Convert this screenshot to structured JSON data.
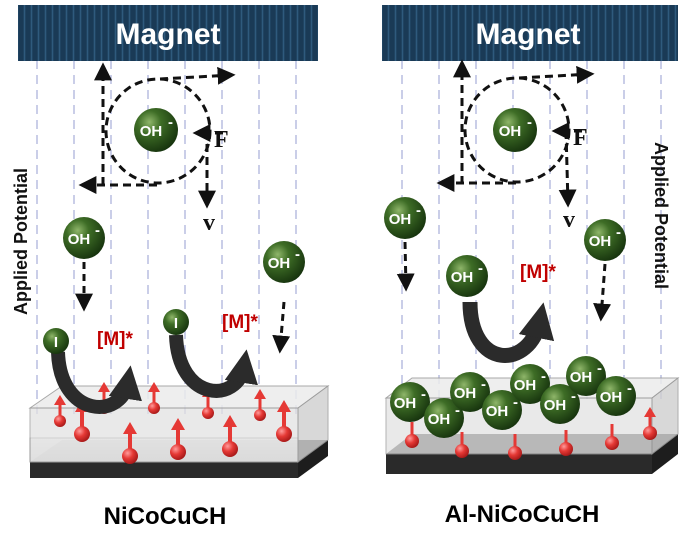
{
  "panels": {
    "left": {
      "magnet_label": "Magnet",
      "force_label": "F",
      "velocity_label": "v",
      "ion_label": "OH",
      "ion_charge": "-",
      "intermediate_label": "I",
      "product_label": "[M]*",
      "potential_label": "Applied Potential",
      "catalyst_label": "NiCoCuCH"
    },
    "right": {
      "magnet_label": "Magnet",
      "force_label": "F",
      "velocity_label": "v",
      "ion_label": "OH",
      "ion_charge": "-",
      "product_label": "[M]*",
      "potential_label": "Applied Potential",
      "catalyst_label": "Al-NiCoCuCH"
    }
  },
  "colors": {
    "magnet": "#17354f",
    "ion_sphere": "#2f5a1e",
    "product_text": "#c00000",
    "spin_arrow": "#e53935",
    "substrate": "#2e2e2e"
  }
}
